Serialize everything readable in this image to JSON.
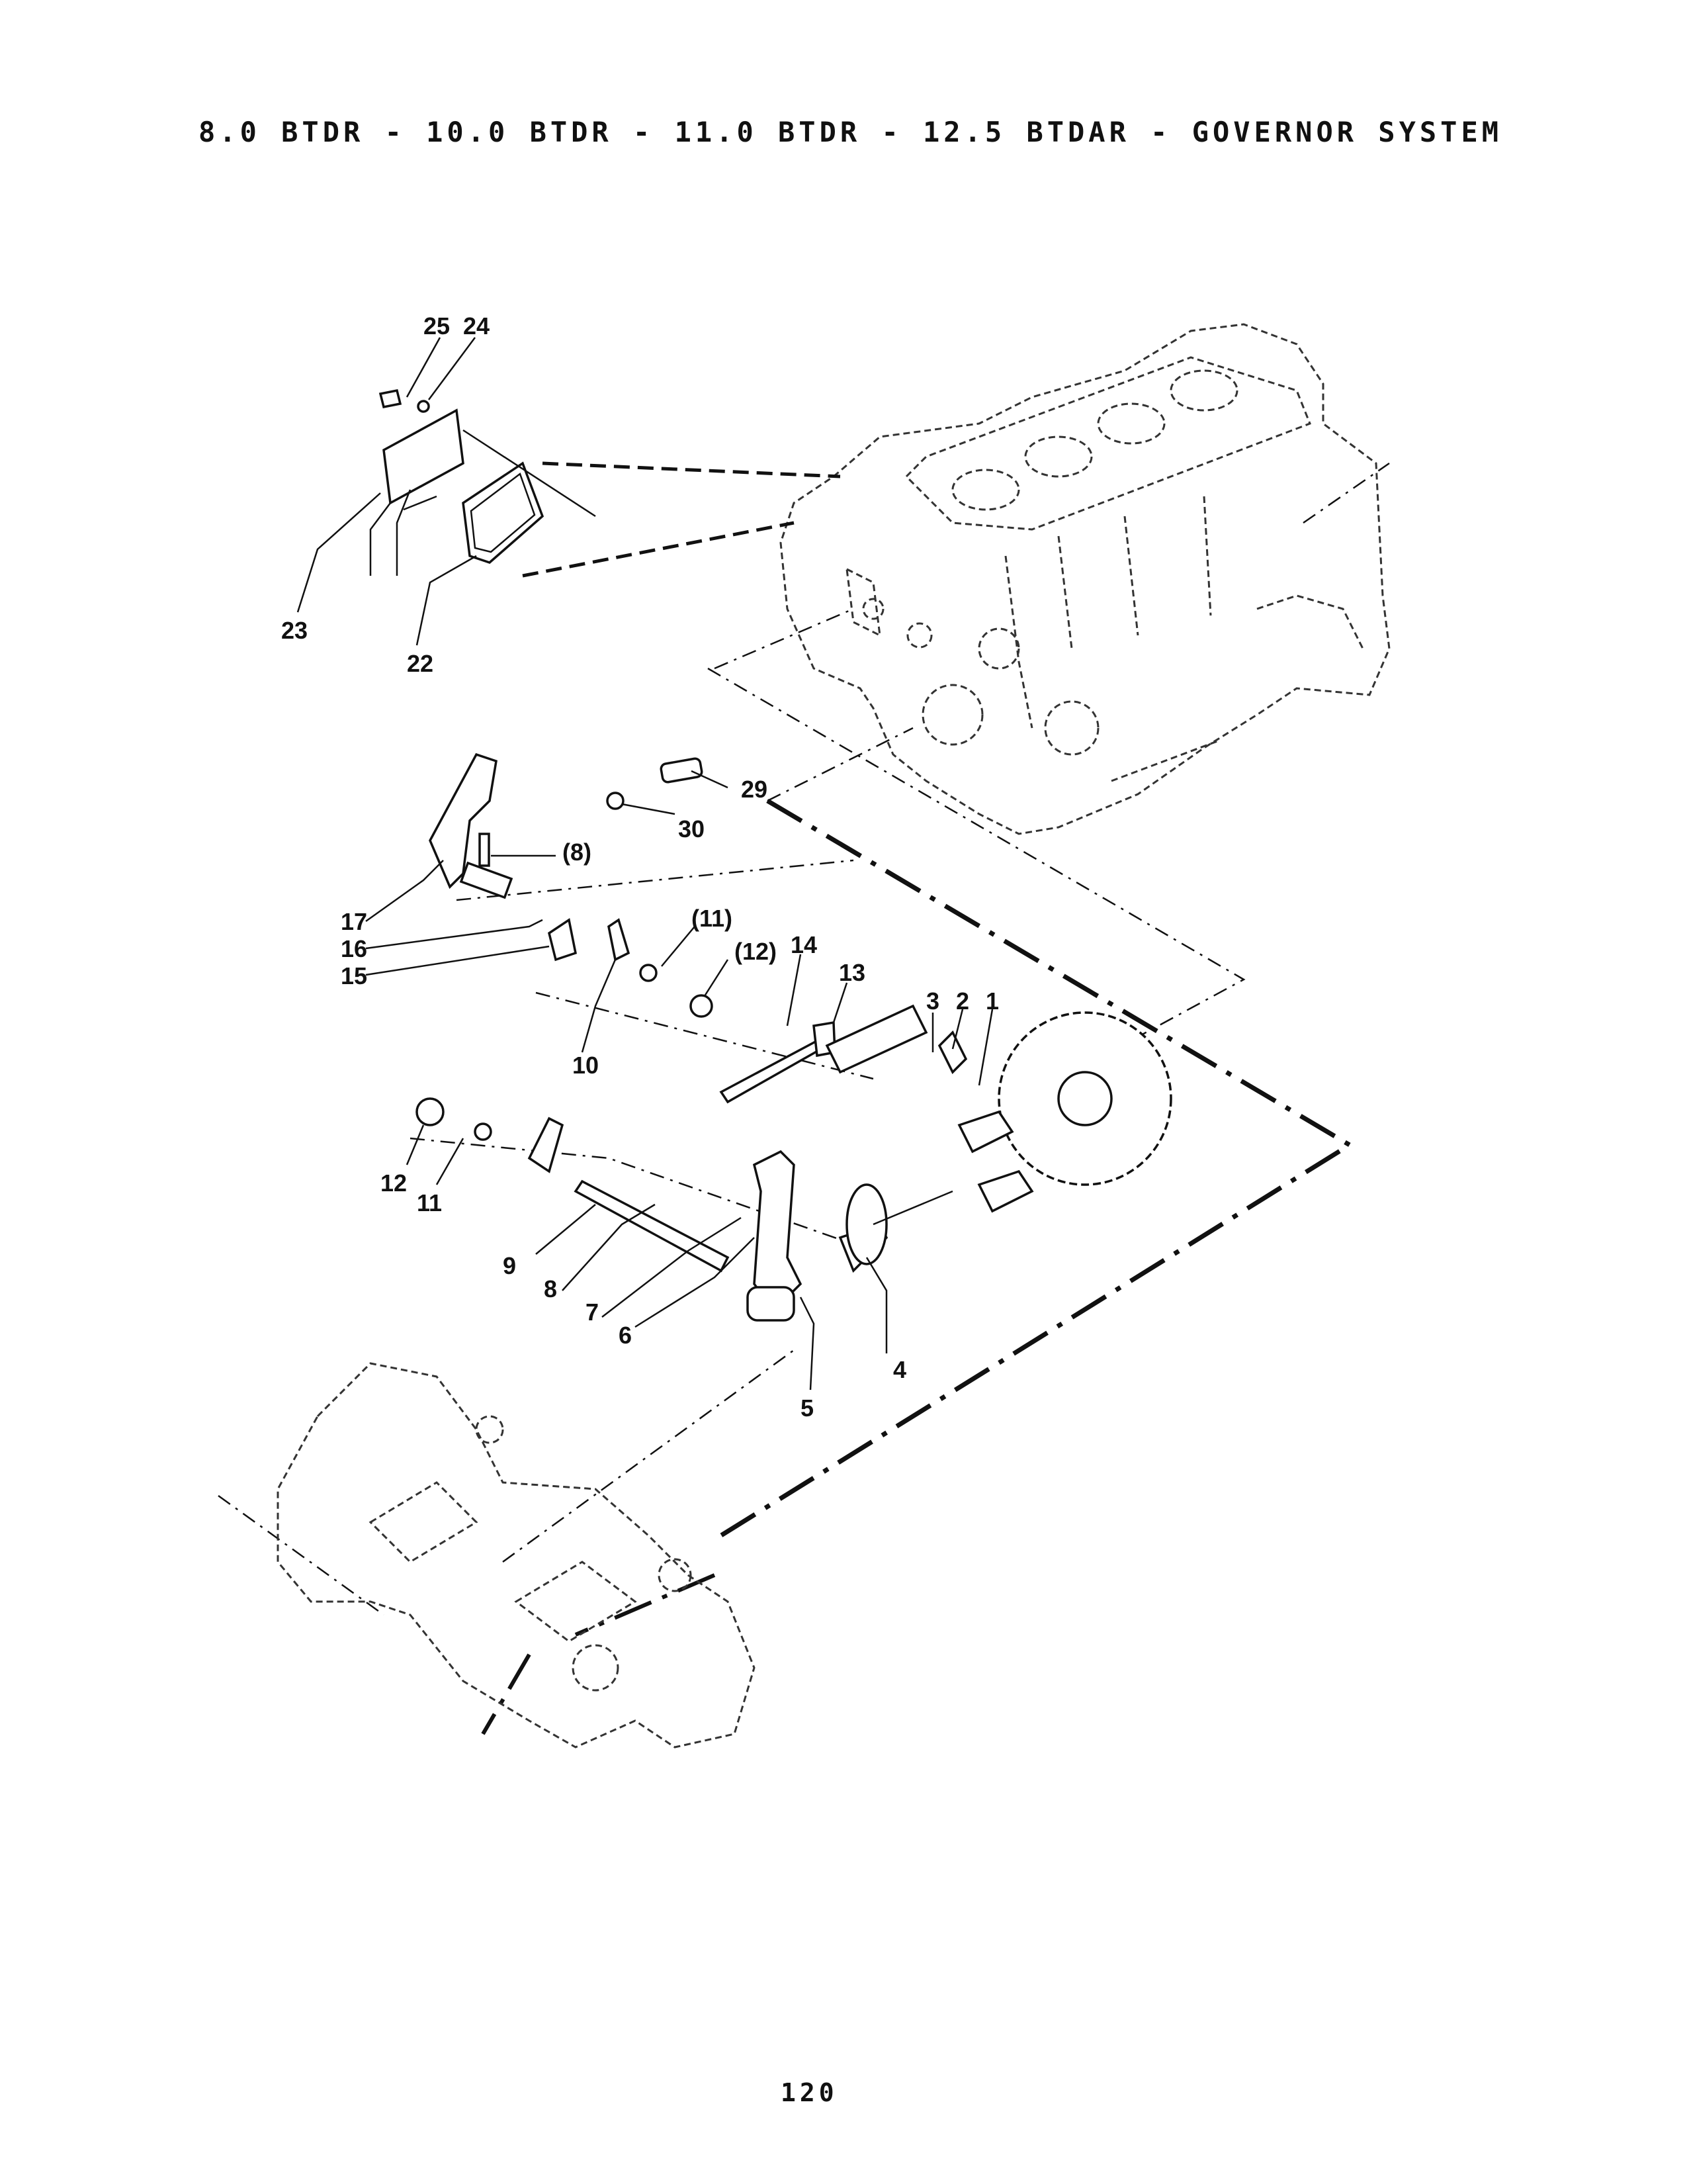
{
  "page": {
    "title": "8.0 BTDR - 10.0 BTDR - 11.0 BTDR - 12.5 BTDAR - GOVERNOR SYSTEM",
    "page_number": "120"
  },
  "callouts": {
    "c25": "25",
    "c24": "24",
    "c23": "23",
    "c22": "22",
    "c29": "29",
    "c30": "30",
    "c8p": "(8)",
    "c17": "17",
    "c16": "16",
    "c15": "15",
    "c11p": "(11)",
    "c12p": "(12)",
    "c14": "14",
    "c13": "13",
    "c3": "3",
    "c2": "2",
    "c1": "1",
    "c10a": "10",
    "c10b": "10",
    "c12": "12",
    "c11": "11",
    "c9": "9",
    "c8": "8",
    "c7": "7",
    "c6": "6",
    "c4": "4",
    "c5": "5"
  }
}
